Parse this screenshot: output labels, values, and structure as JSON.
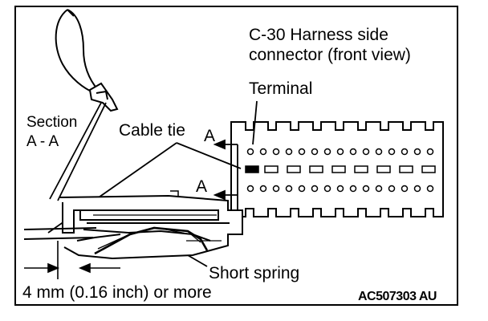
{
  "labels": {
    "title_line1": "C-30 Harness side",
    "title_line2": "connector (front view)",
    "terminal": "Terminal",
    "section_line1": "Section",
    "section_line2": "A - A",
    "cable_tie": "Cable tie",
    "section_mark_top": "A",
    "section_mark_bottom": "A",
    "short_spring": "Short spring",
    "dimension": "4 mm (0.16 inch) or more",
    "figure_code": "AC507303 AU"
  }
}
